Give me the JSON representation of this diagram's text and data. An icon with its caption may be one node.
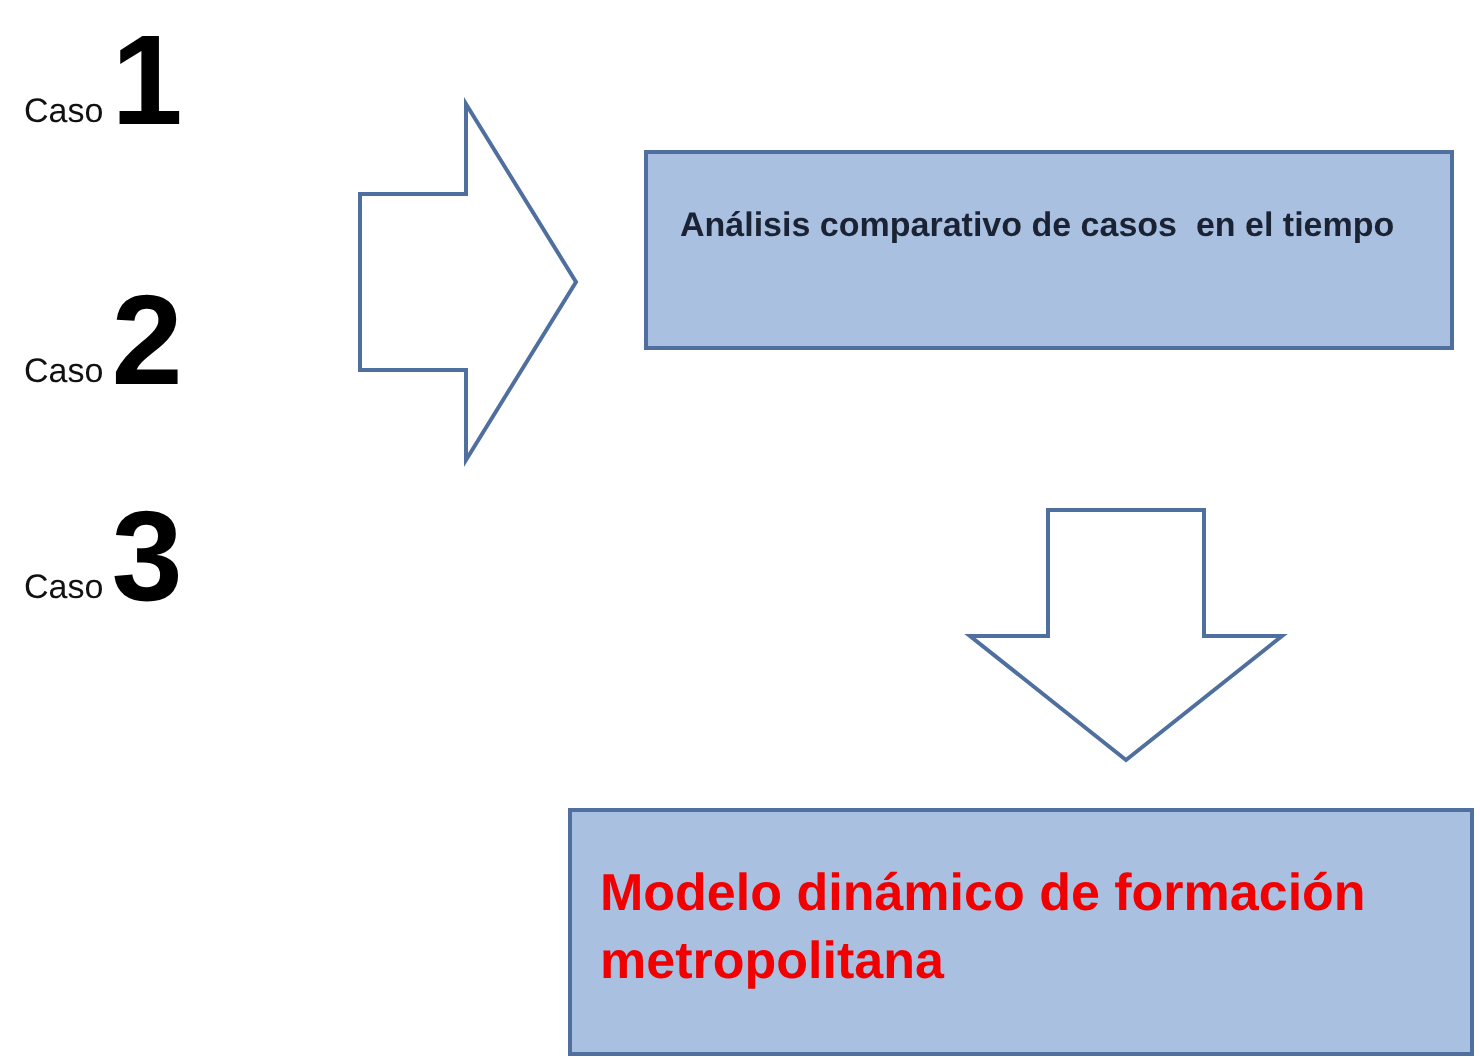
{
  "diagram": {
    "nodes": [
      {
        "text": [
          "Caso",
          "1"
        ]
      },
      {
        "text": [
          "Caso",
          "2"
        ]
      },
      {
        "text": [
          "Caso",
          "3"
        ]
      },
      {
        "text": [
          "Análisis comparativo de casos  en el tiempo"
        ]
      },
      {
        "text": [
          "Modelo dinámico de formación metropolitana"
        ]
      }
    ],
    "edges": [
      {
        "from": 0,
        "to": 3,
        "arrow": "to"
      },
      {
        "from": 1,
        "to": 3,
        "arrow": "to"
      },
      {
        "from": 2,
        "to": 3,
        "arrow": "to"
      },
      {
        "from": 3,
        "to": 4,
        "arrow": "to"
      }
    ]
  }
}
